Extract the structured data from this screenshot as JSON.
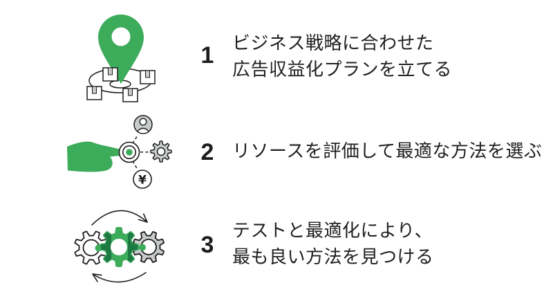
{
  "colors": {
    "green": "#3CAB5A",
    "dark_green": "#1E7A43",
    "gray": "#C7CBC9",
    "outline": "#1C1C1C",
    "text": "#1F1F1F"
  },
  "steps": [
    {
      "number": "1",
      "icon": "map-pin-network",
      "lines": [
        "ビジネス戦略に合わせた",
        "広告収益化プランを立てる"
      ]
    },
    {
      "number": "2",
      "icon": "hand-selecting-resources",
      "lines": [
        "リソースを評価して最適な方法を選ぶ"
      ]
    },
    {
      "number": "3",
      "icon": "gears-optimization-cycle",
      "lines": [
        "テストと最適化により、",
        "最も良い方法を見つける"
      ]
    }
  ],
  "symbols": {
    "yen": "¥"
  }
}
